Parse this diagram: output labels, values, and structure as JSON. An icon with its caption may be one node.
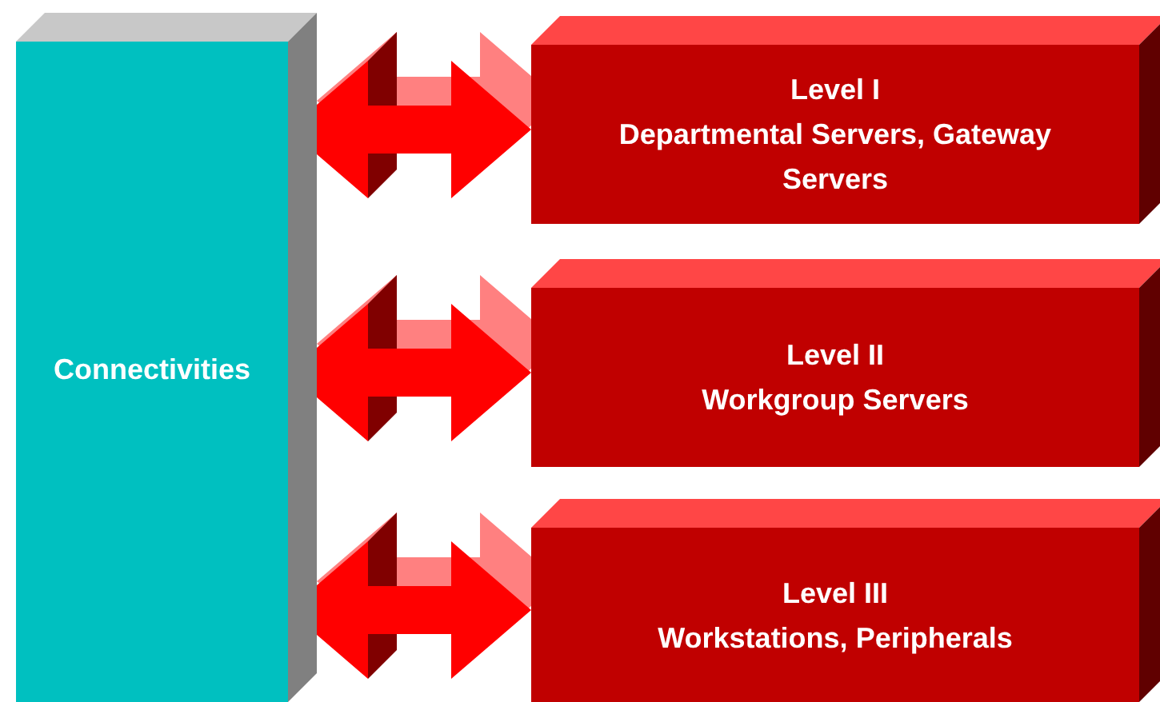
{
  "diagram": {
    "nodes": [
      {
        "text": [
          "Connectivities"
        ]
      },
      {
        "text": [
          "Level I",
          "Departmental Servers, Gateway Servers"
        ]
      },
      {
        "text": [
          "Level II",
          "Workgroup Servers"
        ]
      },
      {
        "text": [
          "Level III",
          "Workstations, Peripherals"
        ]
      }
    ],
    "edges": [
      {
        "from": 0,
        "to": 1,
        "arrow": "both"
      },
      {
        "from": 0,
        "to": 2,
        "arrow": "both"
      },
      {
        "from": 0,
        "to": 3,
        "arrow": "both"
      }
    ]
  }
}
